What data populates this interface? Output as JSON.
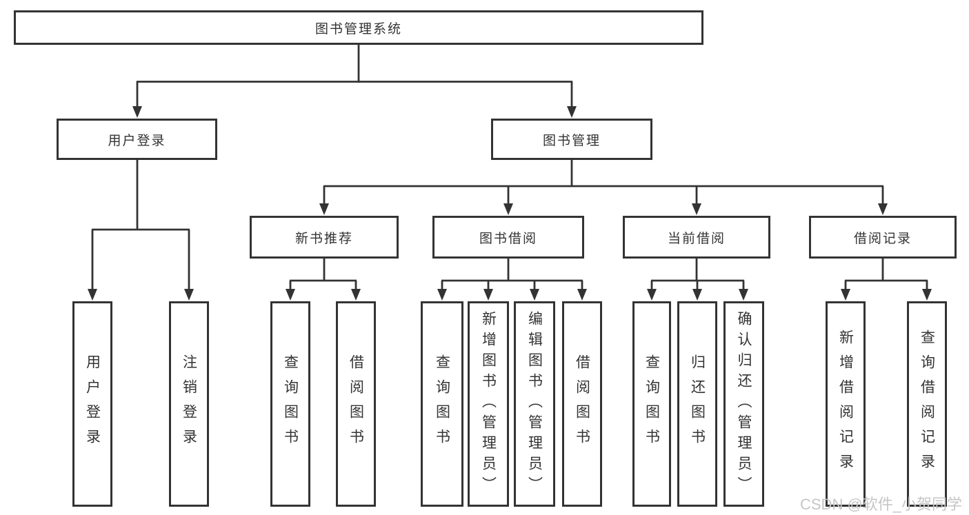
{
  "tree": {
    "label": "图书管理系统",
    "children": [
      {
        "label": "用户登录",
        "children": [
          {
            "label": "用户登录"
          },
          {
            "label": "注销登录"
          }
        ]
      },
      {
        "label": "图书管理",
        "children": [
          {
            "label": "新书推荐",
            "children": [
              {
                "label": "查询图书"
              },
              {
                "label": "借阅图书"
              }
            ]
          },
          {
            "label": "图书借阅",
            "children": [
              {
                "label": "查询图书"
              },
              {
                "label": "新增图书（管理员）"
              },
              {
                "label": "编辑图书（管理员）"
              },
              {
                "label": "借阅图书"
              }
            ]
          },
          {
            "label": "当前借阅",
            "children": [
              {
                "label": "查询图书"
              },
              {
                "label": "归还图书"
              },
              {
                "label": "确认归还（管理员）"
              }
            ]
          },
          {
            "label": "借阅记录",
            "children": [
              {
                "label": "新增借阅记录"
              },
              {
                "label": "查询借阅记录"
              }
            ]
          }
        ]
      }
    ]
  },
  "watermark": {
    "text": "CSDN @软件_小贺同学"
  },
  "colors": {
    "line": "#333333",
    "box_border": "#333333",
    "box_background": "#ffffff",
    "text": "#333333",
    "watermark": "#c6c6c6",
    "page_background": "#ffffff"
  }
}
